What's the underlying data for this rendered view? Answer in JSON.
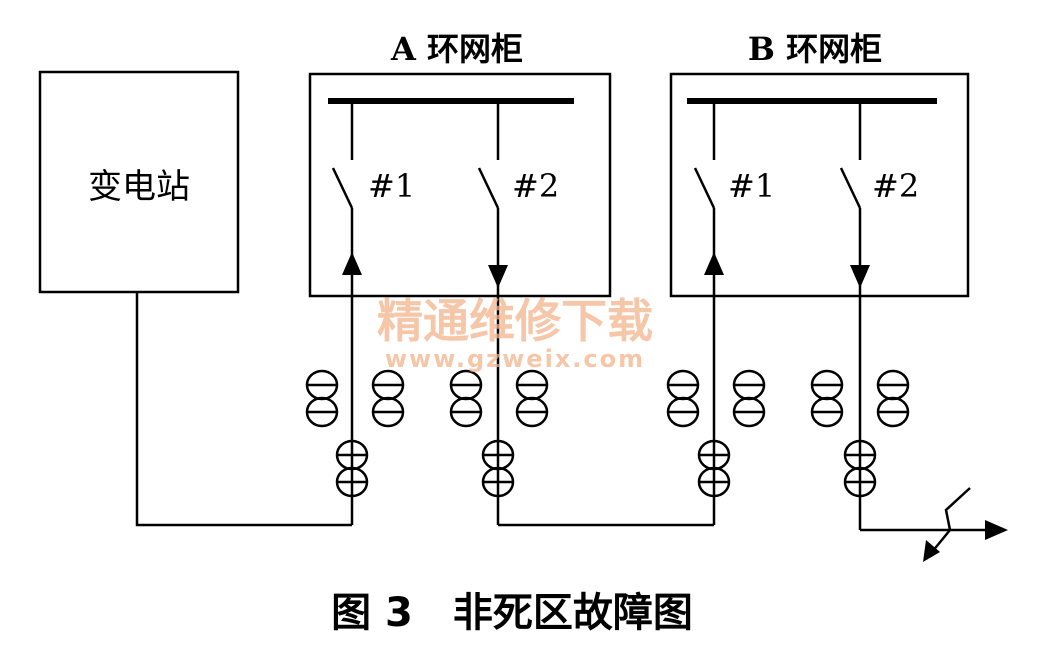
{
  "substation": {
    "label": "变电站"
  },
  "cabinet_a": {
    "title": "A 环网柜",
    "switch_1": "#1",
    "switch_2": "#2"
  },
  "cabinet_b": {
    "title": "B 环网柜",
    "switch_1": "#1",
    "switch_2": "#2"
  },
  "caption": "图 3　非死区故障图",
  "watermark": {
    "line1": "精通维修下载",
    "line2": "www.gzweix.com"
  },
  "colors": {
    "line": "#000000",
    "watermark": "#f2b48c",
    "background": "#ffffff"
  }
}
